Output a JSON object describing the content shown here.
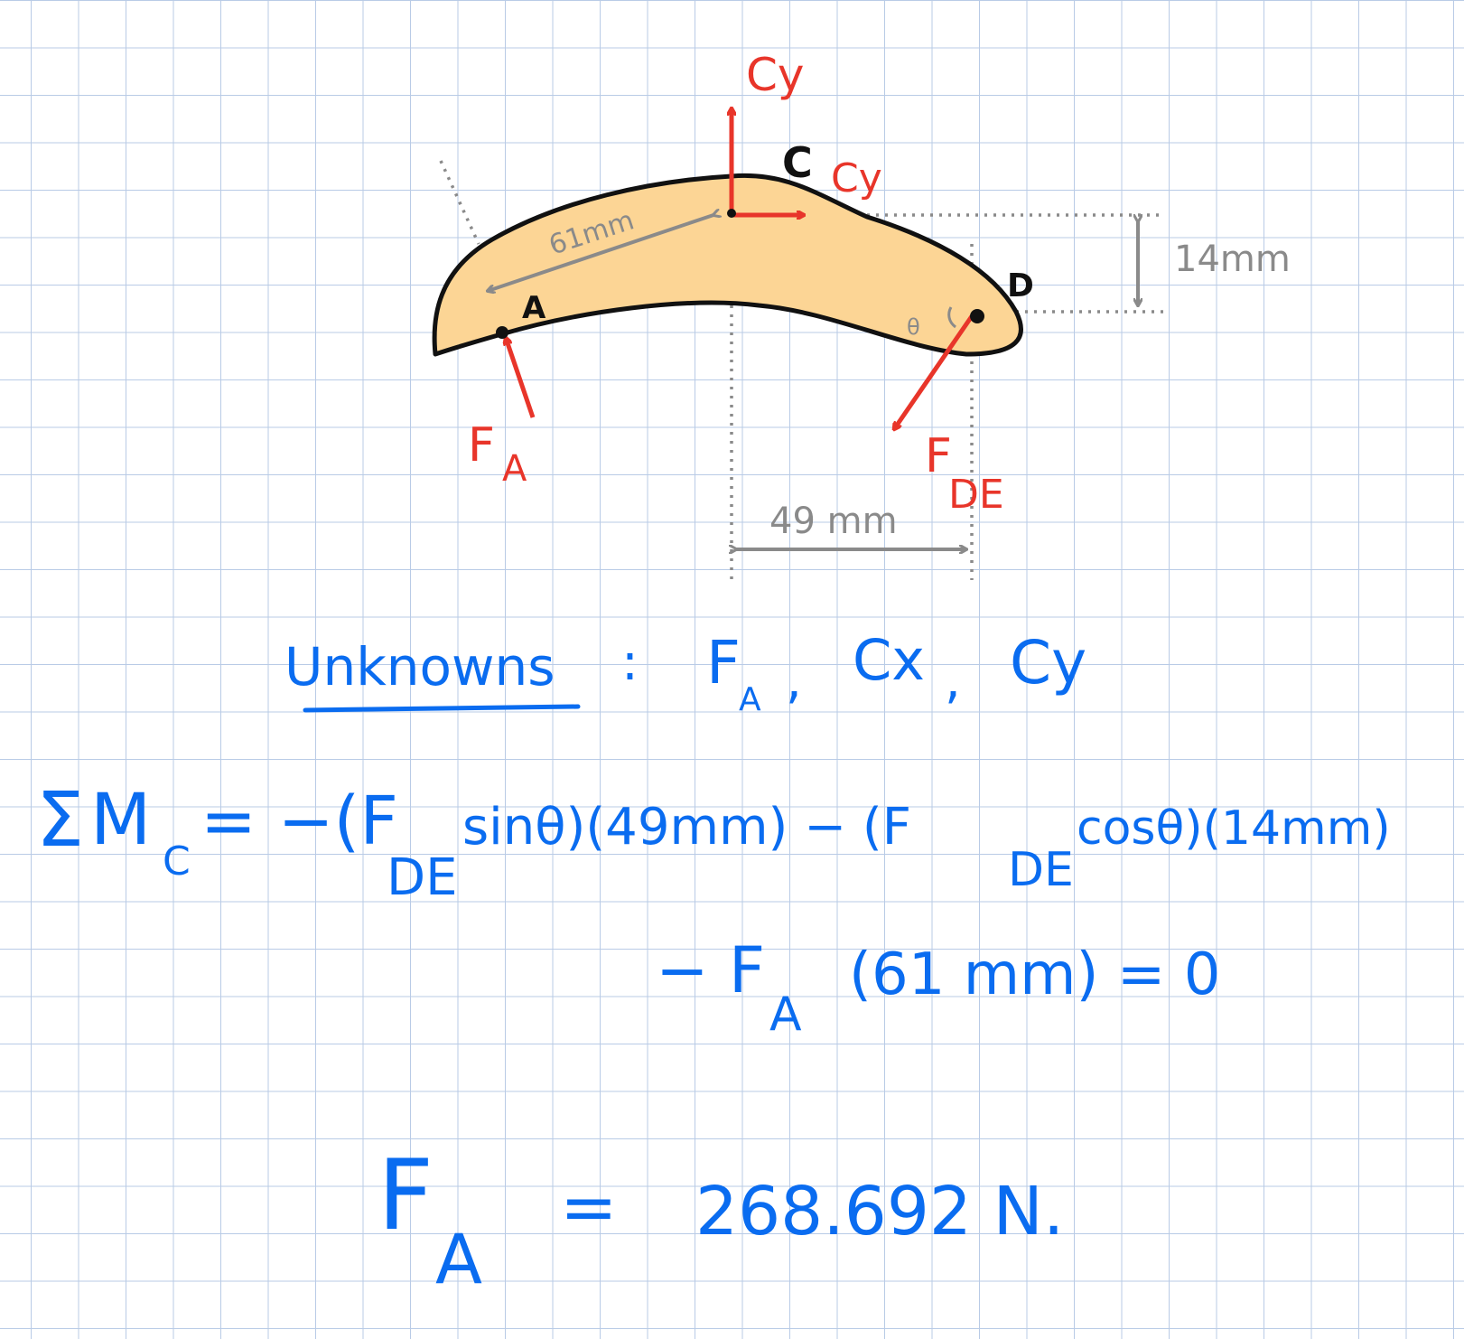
{
  "colors": {
    "body_fill": "#fcd595",
    "outline": "#111111",
    "force": "#e8352a",
    "dimension": "#8a8a8a",
    "ink": "#0a6cf0",
    "grid": "#b9cbe6"
  },
  "diagram": {
    "points": {
      "A": "A",
      "C": "C",
      "D": "D"
    },
    "forces": {
      "cy_vertical": "Cy",
      "cy_horizontal": "Cy",
      "fa_main": "F",
      "fa_sub": "A",
      "fde_main": "F",
      "fde_sub": "DE"
    },
    "dimensions": {
      "dim_61": "61mm",
      "dim_14": "14mm",
      "dim_49": "49 mm"
    },
    "angle_label": "θ"
  },
  "notes": {
    "unknowns_heading": "Unknowns",
    "unknowns_colon": ":",
    "unknowns_list": "Fₐ, Cx, Cy",
    "unk_fa_main": "F",
    "unk_fa_sub": "A",
    "unk_sep1": ",",
    "unk_cx": "Cx",
    "unk_sep2": ",",
    "unk_cy": "Cy",
    "eq1_sigma": "Σ",
    "eq1_m": "M",
    "eq1_m_sub": "C",
    "eq1_rhs_a": "= −(F",
    "eq1_fde_sub_a": "DE",
    "eq1_rhs_b": "sinθ)(49mm) − (F",
    "eq1_fde_sub_b": "DE",
    "eq1_rhs_c": "cosθ)(14mm)",
    "eq2_a": "− F",
    "eq2_sub": "A",
    "eq2_b": "(61 mm)  = 0",
    "result_main": "F",
    "result_sub": "A",
    "result_eq": "=",
    "result_value": "268.692 N."
  }
}
